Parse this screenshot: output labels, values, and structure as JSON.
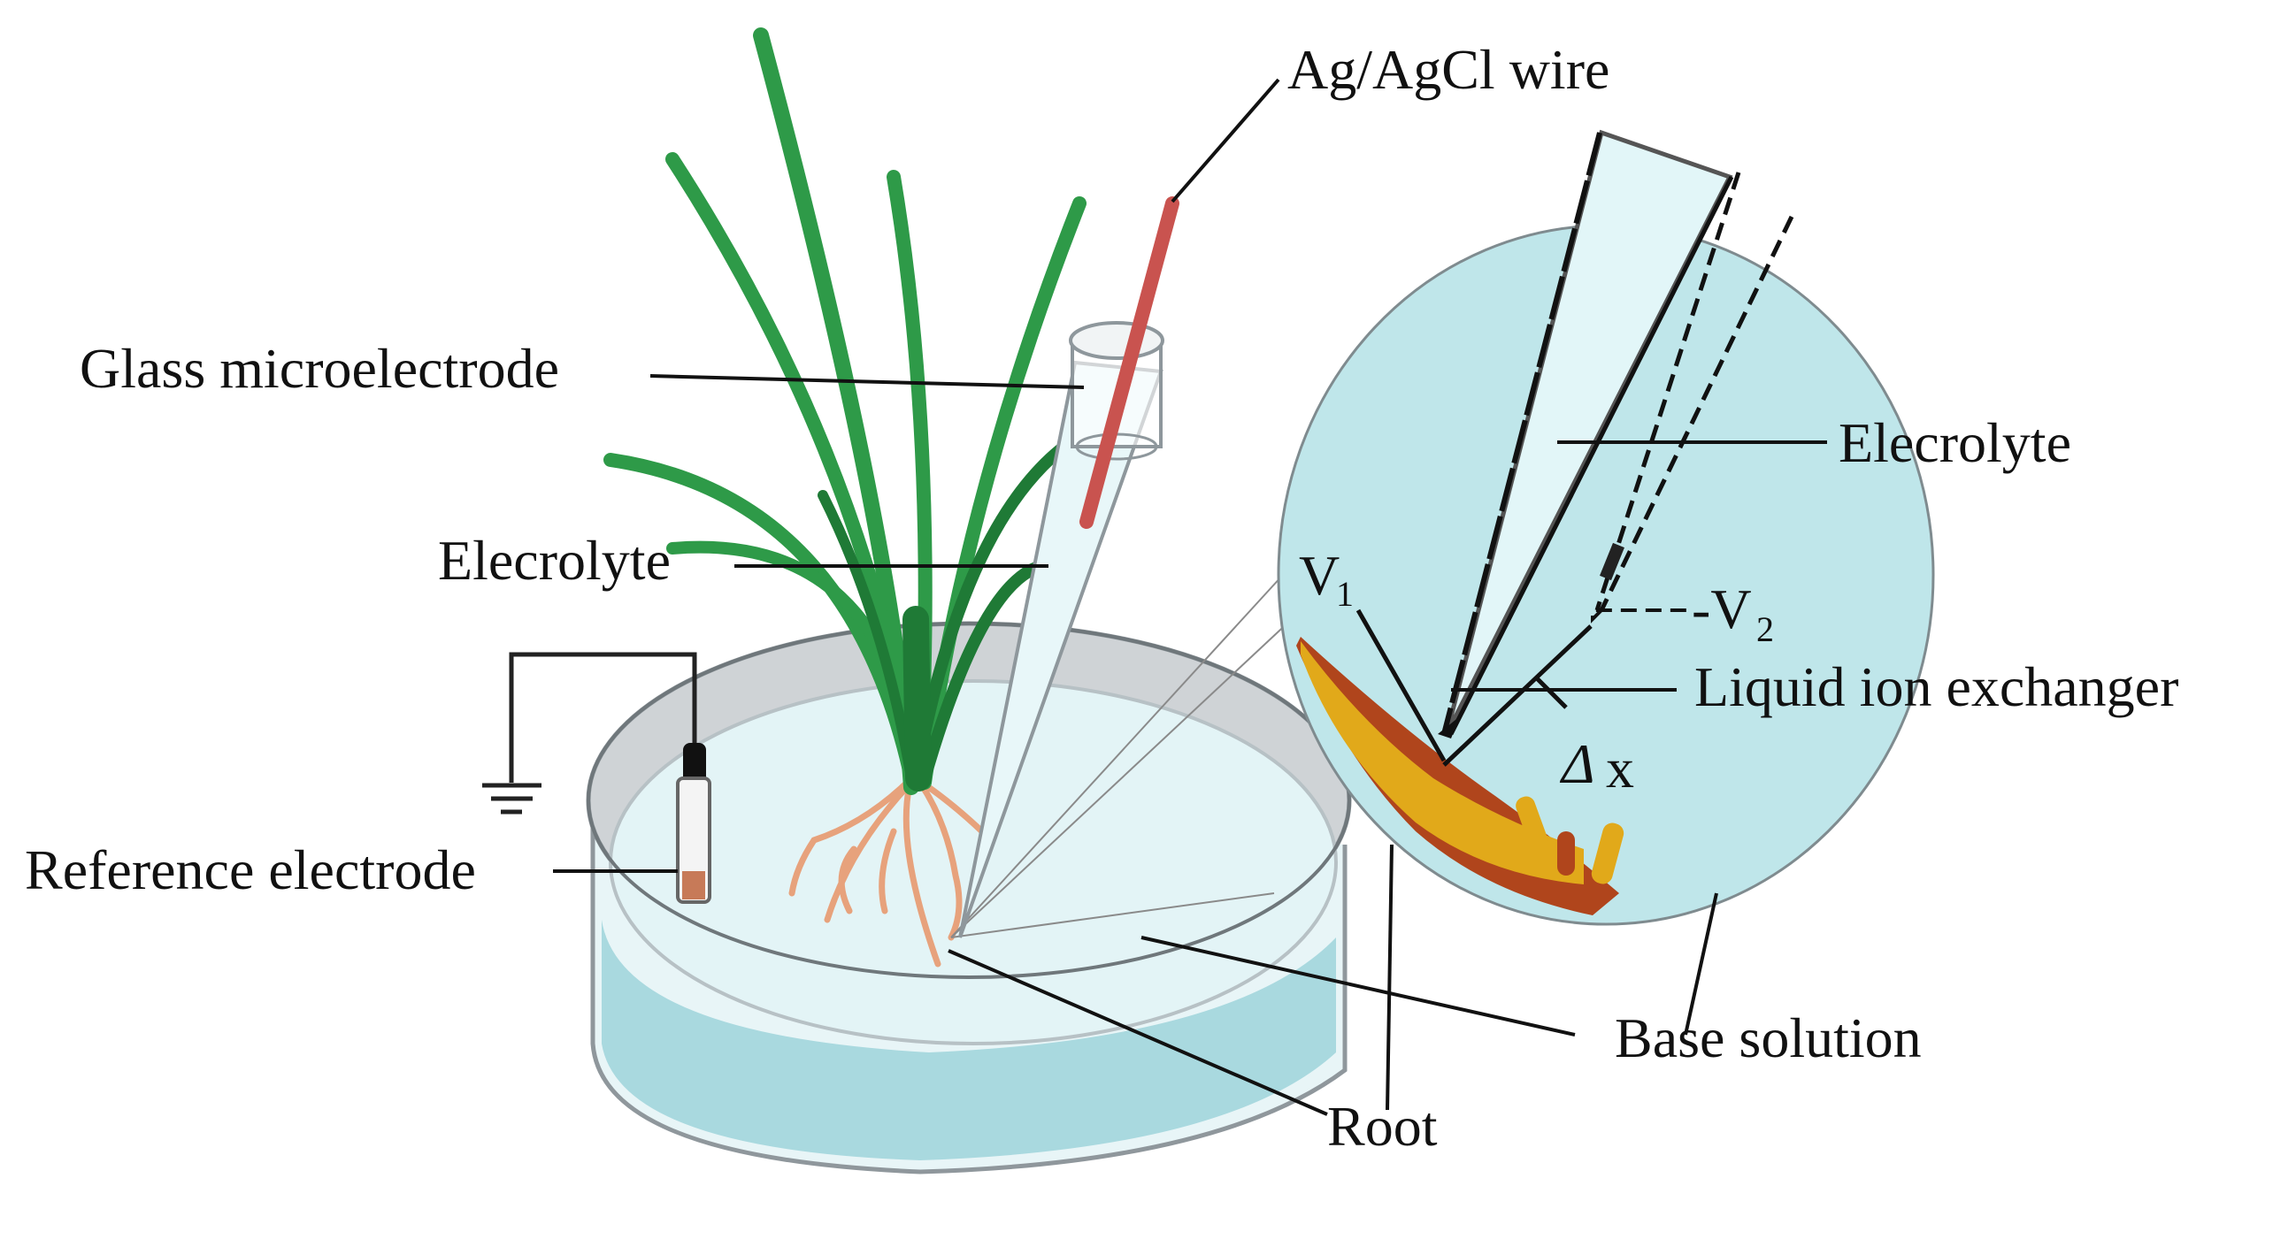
{
  "labels": {
    "ag_wire": "Ag/AgCl wire",
    "glass_microelectrode": "Glass microelectrode",
    "electrolyte_left": "Elecrolyte",
    "reference_electrode": "Reference electrode",
    "root": "Root",
    "base_solution": "Base solution",
    "electrolyte_right": "Elecrolyte",
    "v1": "V",
    "v1_sub": "1",
    "v2": "-V",
    "v2_sub": "2",
    "liquid_ion_exchanger": "Liquid ion exchanger",
    "delta": "Δ",
    "delta_x": "x"
  },
  "colors": {
    "leaf": "#2e9a48",
    "leaf_dark": "#1f7a36",
    "root": "#e7a27c",
    "dish_rim": "#cfd3d6",
    "solution": "#e3f4f6",
    "dish_side": "#a9d9df",
    "zoom_bg": "#bfe6ea",
    "wire": "#c9534f",
    "root_tissue": "#e1a91a",
    "root_tissue_dark": "#b0451c"
  }
}
